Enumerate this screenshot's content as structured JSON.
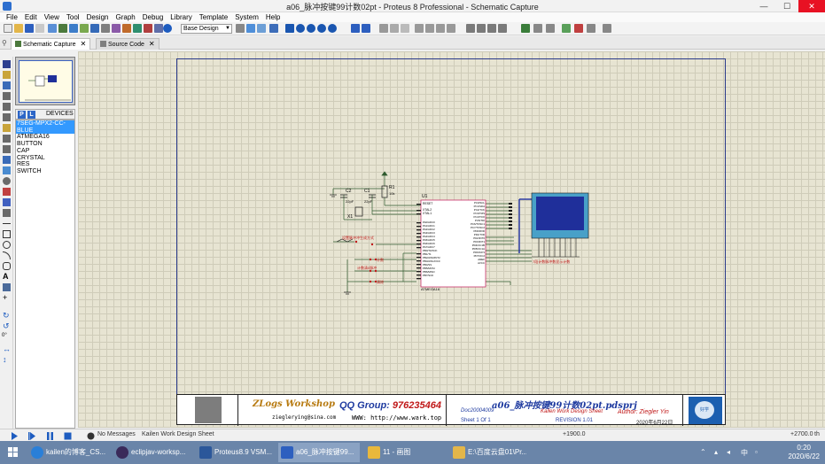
{
  "window": {
    "title": "a06_脉冲按键99计数02pt - Proteus 8 Professional - Schematic Capture"
  },
  "menu": [
    "File",
    "Edit",
    "View",
    "Tool",
    "Design",
    "Graph",
    "Debug",
    "Library",
    "Template",
    "System",
    "Help"
  ],
  "toolbar": {
    "design_select": "Base Design"
  },
  "tabs": [
    {
      "label": "Schematic Capture"
    },
    {
      "label": "Source Code"
    }
  ],
  "devices": {
    "header": "DEVICES",
    "p": "P",
    "l": "L",
    "items": [
      "7SEG-MPX2-CC-BLUE",
      "ATMEGA16",
      "BUTTON",
      "CAP",
      "CRYSTAL",
      "RES",
      "SWITCH"
    ]
  },
  "left_toolbar": {
    "angle": "0°"
  },
  "schematic": {
    "u1": "U1",
    "u1_part": "ATMEGA16",
    "c2": "C2",
    "c2_val": "22pF",
    "c1": "C1",
    "c1_val": "22pF",
    "r1": "R1",
    "r1_val": "10k",
    "x1": "X1",
    "reset_pin": "RESET",
    "xtal2": "XTAL2",
    "xtal1": "XTAL1",
    "pulse_label": "设置脉冲冲生成方式",
    "btn1_label": "计数",
    "btn2_label": "计数清0脉冲",
    "btn3_label": "清除",
    "display_label": "7段计数脉冲数显示计数",
    "pins_left": [
      "PA0/ADC0",
      "PA1/ADC1",
      "PA2/ADC2",
      "PA3/ADC3",
      "PA4/ADC4",
      "PA5/ADC5",
      "PA6/ADC6",
      "PA7/ADC7",
      "PB0/T0/XCK",
      "PB1/T1",
      "PB2/AIN0/INT2",
      "PB3/AIN1/OC0",
      "PB4/SS",
      "PB5/MOSI",
      "PB6/MISO",
      "PB7/SCK"
    ],
    "pins_right": [
      "PC0/SCL",
      "PC1/SDA",
      "PC2/TCK",
      "PC3/TMS",
      "PC4/TDO",
      "PC5/TDI",
      "PC6/TOSC1",
      "PC7/TOSC2",
      "PD0/RXD",
      "PD1/TXD",
      "PD2/INT0",
      "PD3/INT1",
      "PD4/OC1B",
      "PD5/OC1A",
      "PD6/ICP1",
      "PD7/OC2",
      "AREF",
      "AVCC"
    ]
  },
  "title_block": {
    "logo": "ZLogs Workshop",
    "qq_label": "QQ Group:",
    "qq_number": "976235464",
    "email": "zieglerying@sina.com",
    "www": "WWW: http://www.wark.top",
    "project": "a06_脉冲按键99计数02pt.pdsprj",
    "doc": "Doc20004009",
    "design": "Kailen Work Design Sheet",
    "author": "Author:  Ziegler Yin",
    "sheet": "Sheet  1    Of  1",
    "revision": "REVISION  1.01",
    "date": "2020年6月22日",
    "logo_mark": "好学"
  },
  "status": {
    "messages": "No Messages",
    "sheet": "Kailen Work Design Sheet",
    "x": "+1900.0",
    "y": "+2700.0",
    "units": "th"
  },
  "taskbar": {
    "tasks": [
      "kailen的博客_CS...",
      "eclipjav-worksp...",
      "Proteus8.9 VSM...",
      "a06_脉冲按键99...",
      "11 - 画图",
      "E:\\百度云盘01\\Pr..."
    ],
    "time": "0:20",
    "date": "2020/6/22"
  },
  "colors": {
    "accent": "#3399ff",
    "sheet_border": "#2a3a8a",
    "wire": "#2f5b2f",
    "lcd": "#1f2f9a"
  }
}
